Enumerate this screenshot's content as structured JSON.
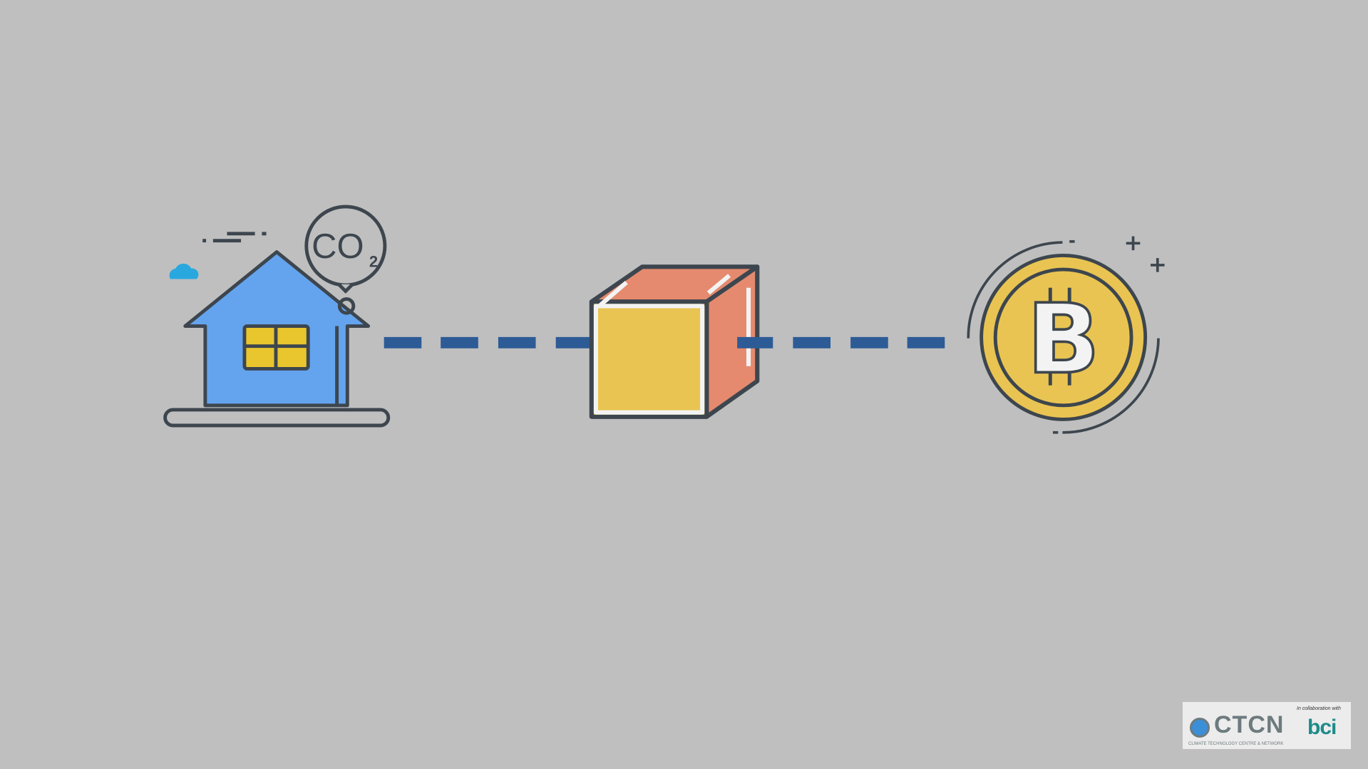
{
  "scene": {
    "house_bubble_text": "CO",
    "house_bubble_subscript": "2",
    "coin_symbol": "B"
  },
  "logo": {
    "name": "CTCN",
    "subtitle": "CLIMATE TECHNOLOGY CENTRE & NETWORK",
    "collab_text": "In collaboration with",
    "partner": "bci"
  },
  "colors": {
    "background": "#bfbfbf",
    "dash": "#2d5b96",
    "house": "#64a4ee",
    "yellow": "#e9c452",
    "salmon": "#e58a6e",
    "outline": "#3d464e"
  }
}
